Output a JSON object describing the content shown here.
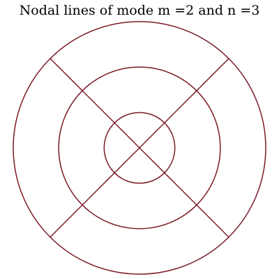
{
  "title": "Nodal lines of mode m =2 and n =3",
  "diagram": {
    "mode_m": 2,
    "mode_n": 3,
    "nodal_circle_radius_ratios": [
      0.28,
      0.64,
      1.0
    ],
    "nodal_diameter_angles_deg": [
      45,
      135
    ],
    "line_color": "#7a1a24"
  }
}
